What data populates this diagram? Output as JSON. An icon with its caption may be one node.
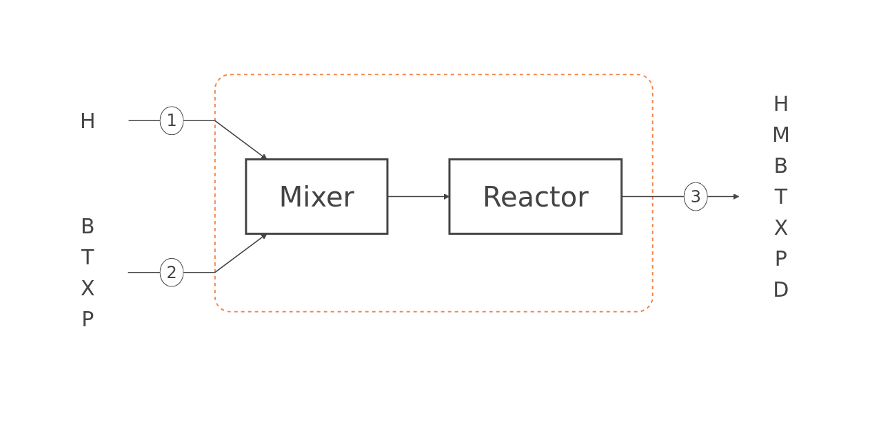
{
  "diagram": {
    "nodes": [
      {
        "text": [
          "H"
        ]
      },
      {
        "text": [],
        "shape": "box"
      },
      {
        "text": [
          "Mixer"
        ],
        "in": 1
      },
      {
        "text": [
          "Reactor"
        ],
        "in": 1
      },
      {
        "text": [
          "B T X P"
        ]
      },
      {
        "text": [
          "H M B T X P D"
        ]
      }
    ],
    "edges": [
      {
        "from": 0,
        "to": 2,
        "arrow": "to",
        "label": "1"
      },
      {
        "from": 4,
        "to": 2,
        "arrow": "to",
        "label": "2"
      },
      {
        "from": 2,
        "to": 3,
        "arrow": "to"
      },
      {
        "from": 3,
        "to": 5,
        "arrow": "to",
        "label": "3"
      }
    ]
  }
}
